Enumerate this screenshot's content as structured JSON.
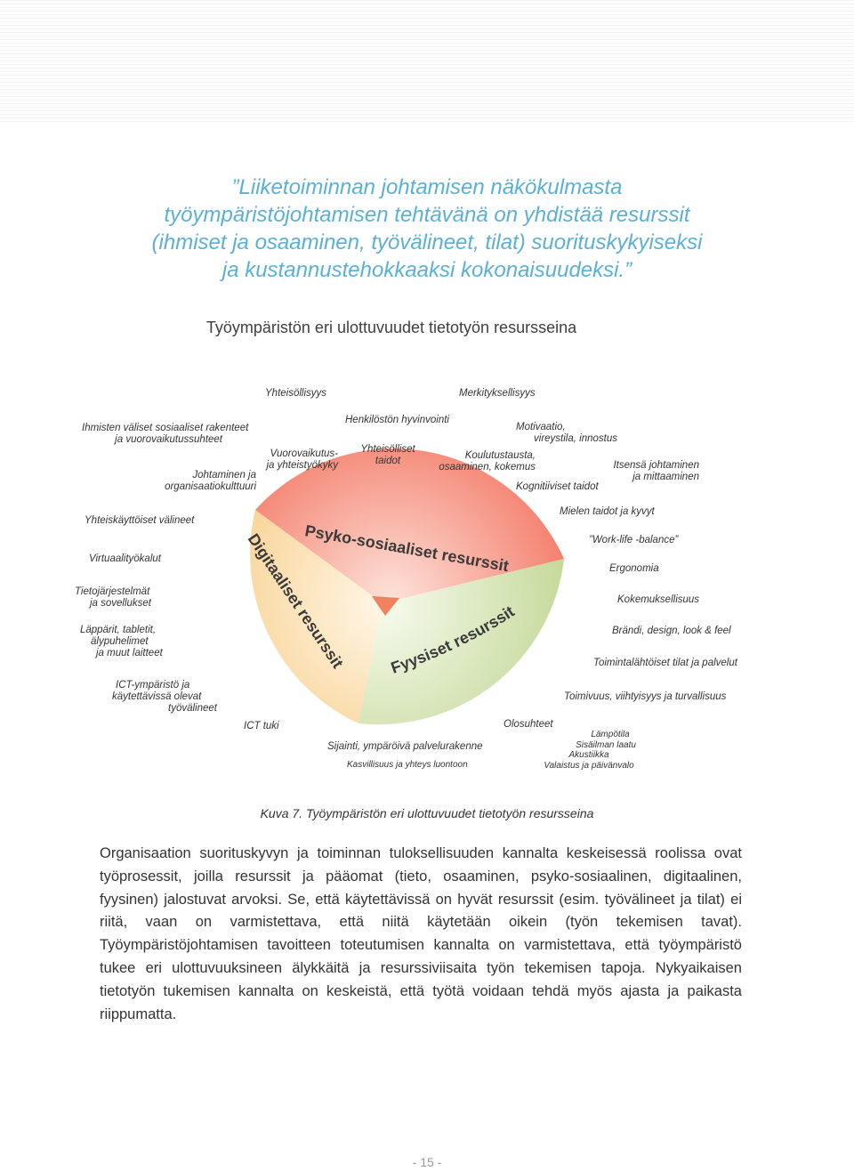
{
  "quote": {
    "lines": [
      "”Liiketoiminnan johtamisen näkökulmasta",
      "työympäristöjohtamisen tehtävänä on yhdistää resurssit",
      "(ihmiset ja osaaminen, työvälineet, tilat) suorituskykyiseksi",
      "ja kustannustehokkaaksi kokonaisuudeksi.”"
    ]
  },
  "diagram": {
    "title": "Työympäristön eri ulottuvuudet tietotyön resursseina",
    "segments": {
      "psyko": "Psyko-sosiaaliset resurssit",
      "digi": "Digitaaliset resurssit",
      "fyys": "Fyysiset resurssit"
    },
    "colors": {
      "psyko": "#f47c6a",
      "digi": "#f8cf8c",
      "fyys": "#c5d99a",
      "center": "#f0825e"
    },
    "labels": {
      "yhteisollisyys": "Yhteisöllisyys",
      "merkityksellisyys": "Merkityksellisyys",
      "ihmisten1": "Ihmisten väliset sosiaaliset rakenteet",
      "ihmisten2": "ja vuorovaikutussuhteet",
      "johtaminen1": "Johtaminen ja",
      "johtaminen2": "organisaatiokulttuuri",
      "vuoro1": "Vuorovaikutus-",
      "vuoro2": "ja yhteistyökyky",
      "henkilosto": "Henkilöstön hyvinvointi",
      "yhteisolliset1": "Yhteisölliset",
      "yhteisolliset2": "taidot",
      "motivaatio1": "Motivaatio,",
      "motivaatio2": "vireystila, innostus",
      "koulutus1": "Koulutustausta,",
      "koulutus2": "osaaminen, kokemus",
      "itsensa1": "Itsensä johtaminen",
      "itsensa2": "ja mittaaminen",
      "kognitiiviset": "Kognitiiviset taidot",
      "mielen": "Mielen taidot ja kyvyt",
      "worklife": "”Work-life -balance”",
      "ergonomia": "Ergonomia",
      "kokemuksellisuus": "Kokemuksellisuus",
      "brandi": "Brändi, design, look & feel",
      "toimintalahtoiset": "Toimintalähtöiset tilat ja palvelut",
      "toimivuus": "Toimivuus, viihtyisyys ja turvallisuus",
      "yhteiskayttoiset": "Yhteiskäyttöiset välineet",
      "virtuaali": "Virtuaalityökalut",
      "tieto1": "Tietojärjestelmät",
      "tieto2": "ja sovellukset",
      "lappari1": "Läppärit, tabletit,",
      "lappari2": "älypuhelimet",
      "lappari3": "ja muut laitteet",
      "ict1": "ICT-ympäristö ja",
      "ict2": "käytettävissä olevat",
      "ict3": "työvälineet",
      "icttuki": "ICT tuki",
      "olosuhteet": "Olosuhteet",
      "sijainti": "Sijainti, ympäröivä palvelurakenne",
      "kasvillisuus": "Kasvillisuus ja yhteys luontoon",
      "lampotila": "Lämpötila",
      "sisailman": "Sisäilman laatu",
      "akustiikka": "Akustiikka",
      "valaistus": "Valaistus ja päivänvalo"
    }
  },
  "caption": "Kuva 7. Työympäristön eri ulottuvuudet tietotyön resursseina",
  "body_text": "Organisaation suorituskyvyn ja toiminnan tuloksellisuuden kannalta keskeisessä roolissa ovat työprosessit, joilla resurssit ja pääomat (tieto, osaaminen, psyko-sosiaalinen, digitaalinen, fyysinen) jalostuvat arvoksi. Se, että käytettävissä on hyvät resurssit (esim. työvälineet ja tilat) ei riitä, vaan on varmistettava, että niitä käytetään oikein (työn tekemisen tavat). Työympäristöjohtamisen tavoitteen toteutumisen kannalta on varmistettava, että työympäristö tukee eri ulottuvuuksineen älykkäitä ja resurssiviisaita työn tekemisen tapoja. Nykyaikaisen tietotyön tukemisen kannalta on keskeistä, että työtä voidaan tehdä myös ajasta ja paikasta riippumatta.",
  "page_number": "- 15 -"
}
